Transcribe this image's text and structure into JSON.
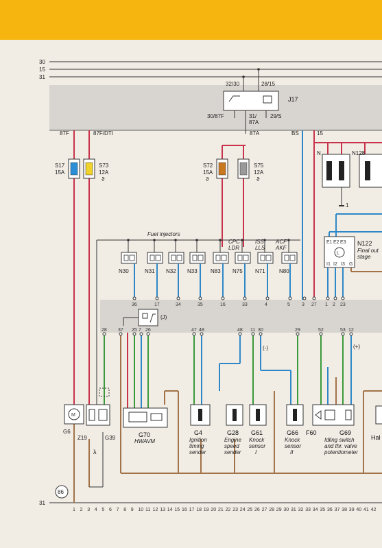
{
  "rails": [
    "30",
    "15",
    "31"
  ],
  "bottom_rail": "31",
  "relay": {
    "id": "J17",
    "terminals": [
      "32/30",
      "28/15",
      "30/87F",
      "31/",
      "87A",
      "29/S"
    ]
  },
  "feeds": {
    "f87F": "87F",
    "f87FDTI": "87F/DTI",
    "f87A": "87A",
    "bs": "BS",
    "t15": "15"
  },
  "fuses": [
    {
      "id": "S17",
      "rating": "15A",
      "color": "#2a8fd6"
    },
    {
      "id": "S73",
      "rating": "12A",
      "color": "#f0d22a"
    },
    {
      "id": "S72",
      "rating": "15A",
      "color": "#c9781f"
    },
    {
      "id": "S75",
      "rating": "12A",
      "color": "#9a9a9a"
    }
  ],
  "theta": "ϑ",
  "injectors_title": "Fuel injectors",
  "injectors": [
    "N30",
    "N31",
    "N32",
    "N33",
    "N83",
    "N75",
    "N71",
    "N80"
  ],
  "valve_tags": [
    {
      "top": "CPC",
      "bottom": "LDR"
    },
    {
      "top": "ISS",
      "bottom": "LLS"
    },
    {
      "top": "ACF",
      "bottom": "AKF"
    }
  ],
  "n122": {
    "id": "N122",
    "desc1": "Final out",
    "desc2": "stage",
    "pins_top": [
      "E1",
      "E2",
      "E3"
    ],
    "pins_bottom": [
      "I1",
      "I2",
      "I3",
      "G"
    ]
  },
  "coils": [
    "N",
    "N128"
  ],
  "coil_ref": "1",
  "ecu_upper_pins": [
    "36",
    "17",
    "34",
    "35",
    "16",
    "33",
    "4",
    "5",
    "3",
    "27",
    "1",
    "2",
    "23"
  ],
  "ecu_lower_pins": [
    "28",
    "37",
    "25",
    "7",
    "26",
    "47",
    "48",
    "48",
    "11",
    "30",
    "29",
    "52",
    "53",
    "12"
  ],
  "relay_small": "(J)",
  "polarity": [
    "(-)",
    "(+)"
  ],
  "components": {
    "g6": "G6",
    "z19": "Z19",
    "g39": "G39",
    "lambda": "λ",
    "g70": "G70",
    "g70_desc": "HWAVM",
    "g4": "G4",
    "g4_desc": [
      "Ignition",
      "timing",
      "sender"
    ],
    "g28": "G28",
    "g28_desc": [
      "Engine",
      "speed",
      "sender"
    ],
    "g61": "G61",
    "g61_desc": [
      "Knock",
      "sensor",
      "I"
    ],
    "g66": "G66",
    "g66_desc": [
      "Knock",
      "sensor",
      "II"
    ],
    "f60": "F60",
    "g69": "G69",
    "g69_desc": [
      "Idling switch",
      "and thr. valve",
      "potentiometer"
    ],
    "hal": "Hal"
  },
  "ground_ref": "86",
  "bottom_numbers": [
    "1",
    "2",
    "3",
    "4",
    "5",
    "6",
    "7",
    "8",
    "9",
    "10",
    "11",
    "12",
    "13",
    "14",
    "15",
    "16",
    "17",
    "18",
    "19",
    "20",
    "21",
    "22",
    "23",
    "24",
    "25",
    "26",
    "27",
    "28",
    "29",
    "30",
    "31",
    "32",
    "33",
    "34",
    "35",
    "36",
    "37",
    "38",
    "39",
    "40",
    "41",
    "42"
  ],
  "wire_colors": {
    "red": "#c8324a",
    "blue": "#2e88c8",
    "green": "#3a9a3a",
    "brown": "#a27248",
    "black": "#333333"
  }
}
